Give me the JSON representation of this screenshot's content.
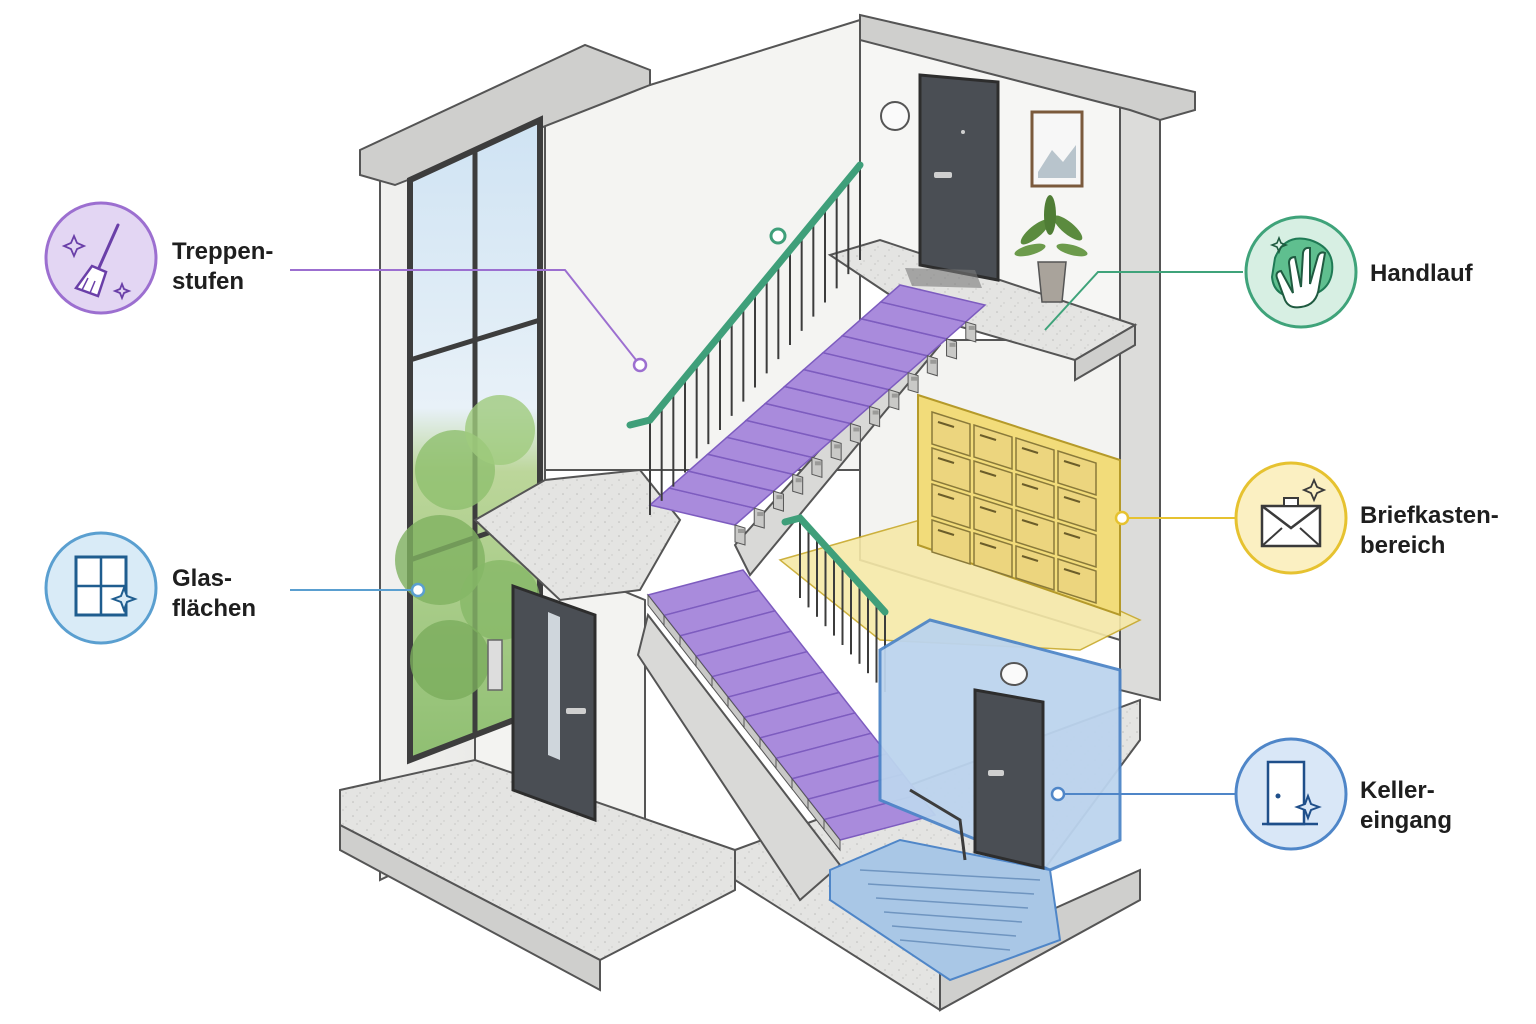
{
  "callouts": {
    "steps": {
      "line1": "Treppen-",
      "line2": "stufen",
      "icon": "broom-sparkle-icon",
      "color": "#9c6fd0",
      "fill": "#e3d6f3"
    },
    "glass": {
      "line1": "Glas-",
      "line2": "flächen",
      "icon": "window-sparkle-icon",
      "color": "#5a9fd0",
      "fill": "#d9ebf7"
    },
    "handrail": {
      "line1": "Handlauf",
      "icon": "hand-cloth-icon",
      "color": "#3fa37a",
      "fill": "#d7efe3"
    },
    "mailbox": {
      "line1": "Briefkasten-",
      "line2": "bereich",
      "icon": "mailbox-sparkle-icon",
      "color": "#e6c230",
      "fill": "#fbf0c2"
    },
    "cellar": {
      "line1": "Keller-",
      "line2": "eingang",
      "icon": "door-sparkle-icon",
      "color": "#4f86c8",
      "fill": "#d9e7f7"
    }
  }
}
